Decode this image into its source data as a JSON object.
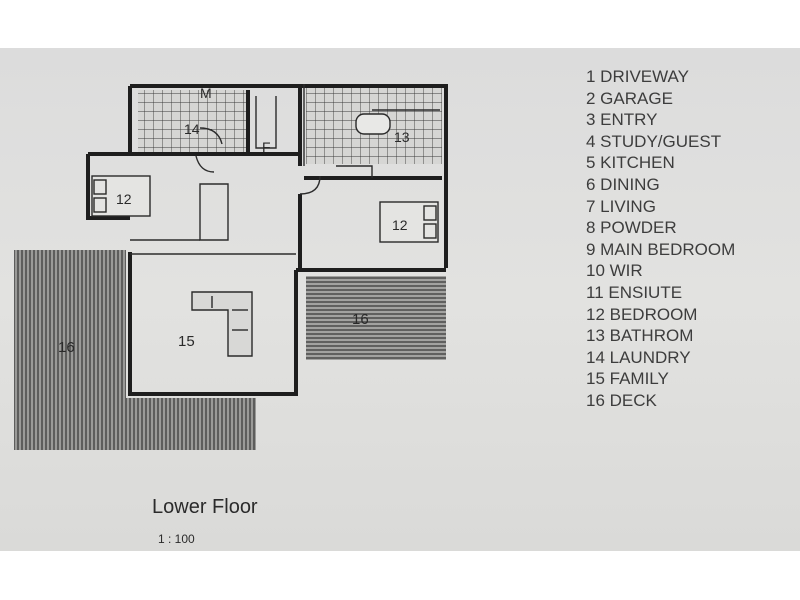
{
  "legend": [
    "1 DRIVEWAY",
    "2 GARAGE",
    "3 ENTRY",
    "4 STUDY/GUEST",
    "5 KITCHEN",
    "6 DINING",
    "7 LIVING",
    "8 POWDER",
    "9 MAIN BEDROOM",
    "10 WIR",
    "11 ENSIUTE",
    "12 BEDROOM",
    "13 BATHROM",
    "14 LAUNDRY",
    "15 FAMILY",
    "16 DECK"
  ],
  "plan": {
    "title": "Lower Floor",
    "scale": "1 : 100",
    "room_labels": {
      "laundry": "14",
      "bathroom": "13",
      "bedroom_left": "12",
      "bedroom_right": "12",
      "family": "15",
      "deck_left": "16",
      "deck_right": "16"
    },
    "small_marks": {
      "washer": "M",
      "fridge": "F"
    }
  },
  "colors": {
    "sheet": "#dedede",
    "wall": "#1e1e1e",
    "legend_text": "#3d3d3d"
  }
}
